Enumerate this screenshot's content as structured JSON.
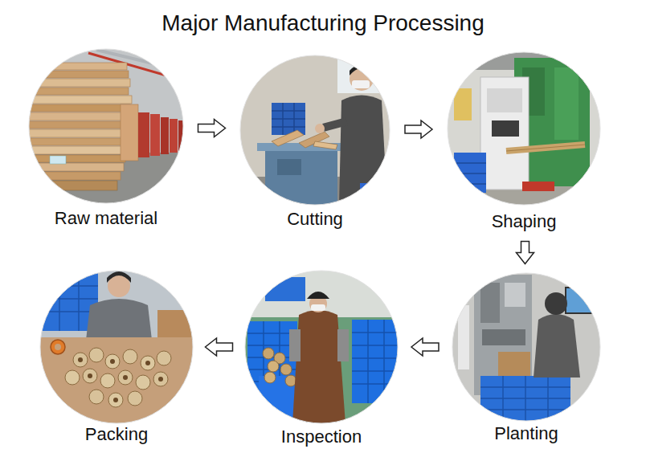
{
  "diagram": {
    "title": "Major Manufacturing Processing",
    "nodes": [
      {
        "text": [
          "Raw material"
        ]
      },
      {
        "text": [
          "Cutting"
        ]
      },
      {
        "text": [
          "Shaping"
        ]
      },
      {
        "text": [
          "Planting"
        ]
      },
      {
        "text": [
          "Inspection"
        ]
      },
      {
        "text": [
          "Packing"
        ]
      }
    ],
    "edges": [
      {
        "from": 0,
        "to": 1,
        "arrow": "to"
      },
      {
        "from": 1,
        "to": 2,
        "arrow": "to"
      },
      {
        "from": 2,
        "to": 3,
        "arrow": "to"
      },
      {
        "from": 3,
        "to": 4,
        "arrow": "to"
      },
      {
        "from": 4,
        "to": 5,
        "arrow": "to"
      }
    ]
  }
}
